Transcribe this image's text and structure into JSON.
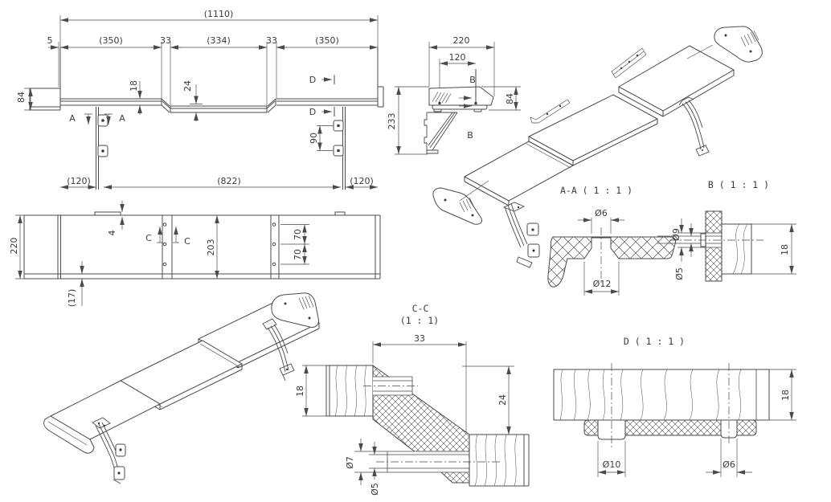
{
  "front_view": {
    "overall_width": "(1110)",
    "end_gap": "5",
    "segment_left": "(350)",
    "joint_left": "33",
    "segment_middle": "(334)",
    "joint_right": "33",
    "segment_right": "(350)",
    "endcap_height": "84",
    "shelf_thickness": "18",
    "middle_drop": "24",
    "bracket_hole_spacing": "90",
    "bottom_left": "(120)",
    "bottom_middle": "(822)",
    "bottom_right": "(120)",
    "section_a_left": "A",
    "section_a_right": "A",
    "detail_d_upper": "D",
    "detail_d_lower": "D"
  },
  "side_view": {
    "cap_length": "220",
    "hole_spacing": "120",
    "cap_height": "84",
    "total_height": "233",
    "section_b_upper": "B",
    "section_b_lower": "B"
  },
  "plan_view": {
    "depth": "220",
    "tab": "4",
    "body_depth": "203",
    "hole_pitch_1": "70",
    "hole_pitch_2": "70",
    "lip": "(17)",
    "section_c_left": "C",
    "section_c_right": "C"
  },
  "section_aa": {
    "title": "A-A ( 1 : 1 )",
    "hole_top": "Ø6",
    "hole_bottom": "Ø12"
  },
  "detail_b": {
    "title": "B ( 1 : 1 )",
    "hole": "Ø9",
    "screw": "Ø5",
    "panel_thickness": "18"
  },
  "section_cc": {
    "title": "C-C",
    "scale": "(1 : 1)",
    "joint_width": "33",
    "drop": "24",
    "panel_thickness": "18",
    "hole": "Ø7",
    "screw": "Ø5"
  },
  "detail_d": {
    "title": "D ( 1 : 1 )",
    "panel_thickness": "18",
    "plug": "Ø10",
    "screw": "Ø6"
  },
  "colors": {
    "line": "#4a4a4a",
    "text": "#3b3b3b",
    "background": "#ffffff"
  }
}
